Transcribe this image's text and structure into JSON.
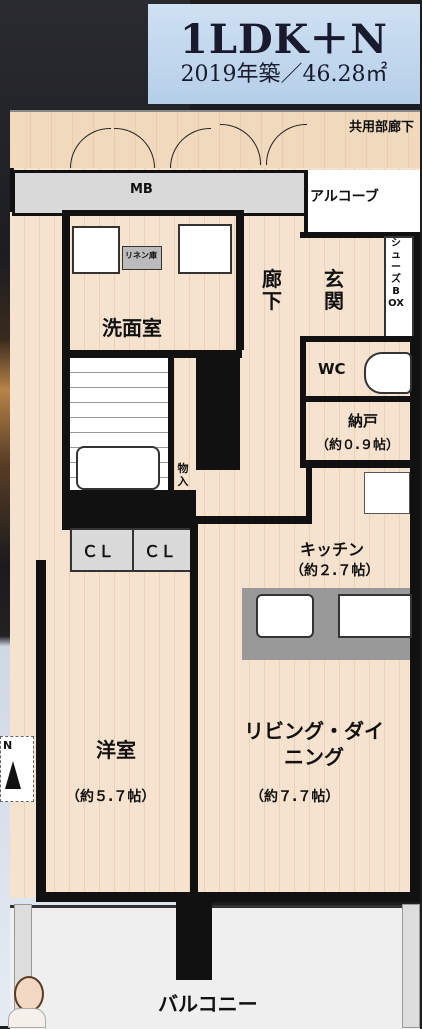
{
  "header": {
    "layout_type": "1LDK＋N",
    "built_info": "2019年築／46.28㎡"
  },
  "labels": {
    "shared_corridor": "共用部廊下",
    "mb": "MB",
    "alcove": "アルコーブ",
    "linen": "リネン庫",
    "shoes_box": "シューズBOX",
    "washroom": "洗面室",
    "hallway": "廊下",
    "entrance": "玄関",
    "wc": "WC",
    "storage": "納戸",
    "storage_size": "（約０.９帖）",
    "closet_storage": "物入",
    "cl1": "ＣＬ",
    "cl2": "ＣＬ",
    "kitchen": "キッチン",
    "kitchen_size": "（約２.７帖）",
    "western_room": "洋室",
    "western_size": "（約５.７帖）",
    "living": "リビング・ダイニング",
    "living_size": "（約７.７帖）",
    "balcony": "バルコニー",
    "north": "N"
  }
}
